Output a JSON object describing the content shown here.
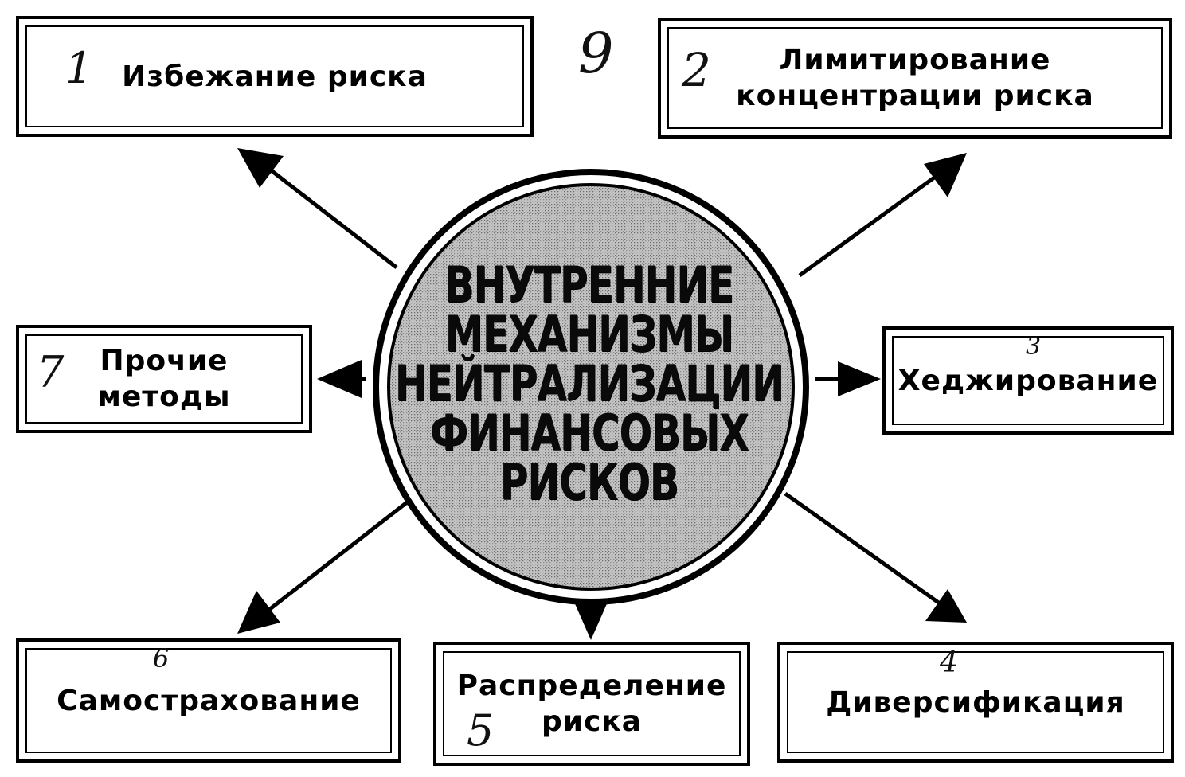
{
  "center": {
    "title": "ВНУТРЕННИЕ\nМЕХАНИЗМЫ\nНЕЙТРАЛИЗАЦИИ\nФИНАНСОВЫХ\nРИСКОВ"
  },
  "boxes": {
    "avoidance": "Избежание риска",
    "limiting": "Лимитирование\nконцентрации риска",
    "hedging": "Хеджирование",
    "diversification": "Диверсификация",
    "distribution": "Распределение\nриска",
    "self_insurance": "Самострахование",
    "other": "Прочие\nметоды"
  },
  "handwritten": {
    "n1": "1",
    "n9": "9",
    "n2": "2",
    "n3": "3",
    "n4": "4",
    "n5": "5",
    "n6": "6",
    "n7": "7"
  },
  "colors": {
    "ink": "#000000",
    "circle_fill": "#b8b8b8",
    "background": "#ffffff"
  }
}
